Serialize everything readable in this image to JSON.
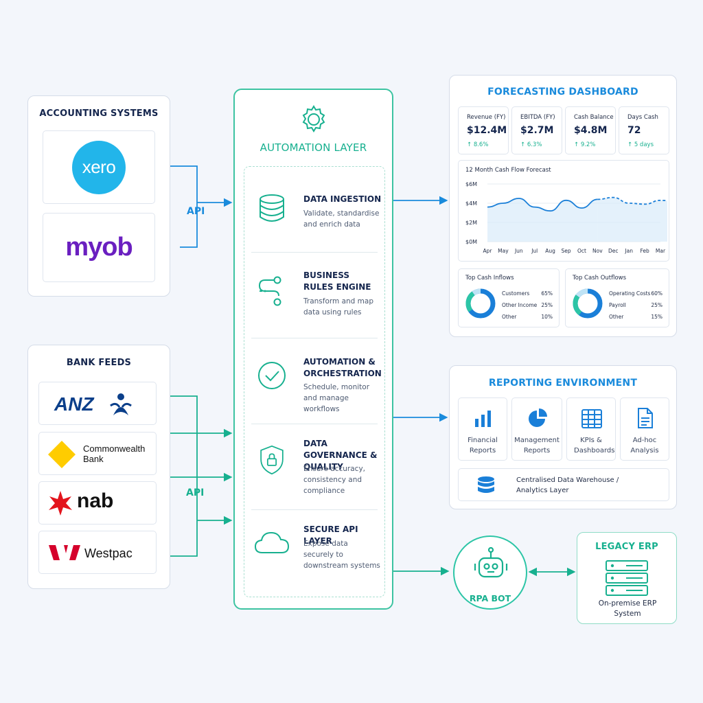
{
  "colors": {
    "blue": "#1a8bdc",
    "teal": "#17b08f",
    "navy": "#14254d"
  },
  "accounting": {
    "title": "ACCOUNTING SYSTEMS",
    "xero": "xero",
    "myob": "myob",
    "api": "API"
  },
  "bank_feeds": {
    "title": "BANK FEEDS",
    "anz": "ANZ",
    "commonwealth": "Commonwealth Bank",
    "nab": "nab",
    "westpac": "Westpac",
    "api": "API"
  },
  "automation": {
    "title": "AUTOMATION LAYER",
    "modules": [
      {
        "icon": "database-icon",
        "title": "DATA INGESTION",
        "desc": "Validate, standardise and enrich data"
      },
      {
        "icon": "workflow-icon",
        "title": "BUSINESS RULES ENGINE",
        "desc": "Transform and map data using rules"
      },
      {
        "icon": "check-circle-icon",
        "title": "AUTOMATION & ORCHESTRATION",
        "desc": "Schedule, monitor and manage workflows"
      },
      {
        "icon": "shield-lock-icon",
        "title": "DATA GOVERNANCE & QUALITY",
        "desc": "Ensure accuracy, consistency and compliance"
      },
      {
        "icon": "cloud-icon",
        "title": "SECURE API LAYER",
        "desc": "Expose data securely to downstream systems"
      }
    ]
  },
  "forecast": {
    "title": "FORECASTING DASHBOARD",
    "kpis": [
      {
        "label": "Revenue (FY)",
        "value": "$12.4M",
        "change": "↑ 8.6%"
      },
      {
        "label": "EBITDA (FY)",
        "value": "$2.7M",
        "change": "↑ 6.3%"
      },
      {
        "label": "Cash Balance",
        "value": "$4.8M",
        "change": "↑ 9.2%"
      },
      {
        "label": "Days Cash",
        "value": "72",
        "change": "↑ 5 days"
      }
    ],
    "inflows": {
      "title": "Top Cash Inflows",
      "items": [
        {
          "name": "Customers",
          "pct": "65%"
        },
        {
          "name": "Other Income",
          "pct": "25%"
        },
        {
          "name": "Other",
          "pct": "10%"
        }
      ]
    },
    "outflows": {
      "title": "Top Cash Outflows",
      "items": [
        {
          "name": "Operating Costs",
          "pct": "60%"
        },
        {
          "name": "Payroll",
          "pct": "25%"
        },
        {
          "name": "Other",
          "pct": "15%"
        }
      ]
    }
  },
  "chart_data": {
    "type": "line",
    "title": "12 Month Cash Flow Forecast",
    "categories": [
      "Apr",
      "May",
      "Jun",
      "Jul",
      "Aug",
      "Sep",
      "Oct",
      "Nov",
      "Dec",
      "Jan",
      "Feb",
      "Mar"
    ],
    "yticks": [
      "$0M",
      "$2M",
      "$4M",
      "$6M"
    ],
    "ylim": [
      0,
      6
    ],
    "series": [
      {
        "style": "solid",
        "values": [
          3.6,
          4.0,
          4.5,
          3.6,
          3.2,
          4.3,
          3.5,
          4.4
        ]
      },
      {
        "style": "dashed",
        "start_index": 7,
        "values": [
          4.4,
          4.6,
          4.0,
          3.9,
          4.3,
          4.2
        ]
      }
    ],
    "grid": true
  },
  "reporting": {
    "title": "REPORTING ENVIRONMENT",
    "cards": [
      {
        "icon": "bar-chart-icon",
        "label": "Financial Reports"
      },
      {
        "icon": "pie-chart-icon",
        "label": "Management Reports"
      },
      {
        "icon": "grid-table-icon",
        "label": "KPIs & Dashboards"
      },
      {
        "icon": "document-icon",
        "label": "Ad-hoc Analysis"
      }
    ],
    "warehouse": "Centralised Data Warehouse / Analytics Layer"
  },
  "rpa": {
    "label": "RPA BOT"
  },
  "legacy": {
    "title": "LEGACY ERP",
    "label": "On-premise ERP System"
  }
}
